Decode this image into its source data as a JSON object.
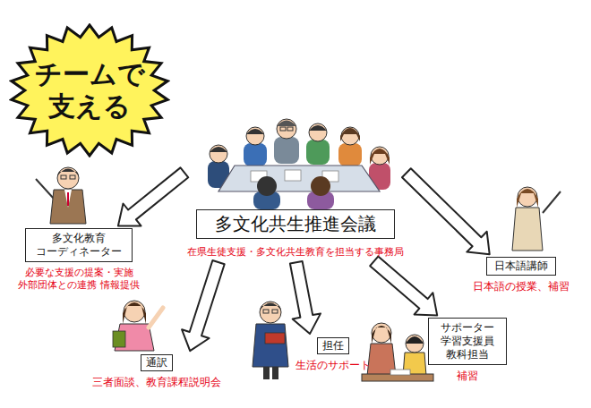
{
  "diagram": {
    "nodes": [
      {
        "text": [
          "チームで 支える"
        ]
      },
      {
        "text": [
          "多文化共生推進会議",
          "在県生徒支援・多文化共生教育を担当する事務局"
        ]
      },
      {
        "text": [
          "多文化教育 コーディネーター",
          "必要な支援の提案・実施 外部団体との連携 情報提供"
        ]
      },
      {
        "text": [
          "日本語講師",
          "日本語の授業、補習"
        ]
      },
      {
        "text": [
          "通訳",
          "三者面談、教育課程説明会"
        ]
      },
      {
        "text": [
          "担任",
          "生活のサポート"
        ]
      },
      {
        "text": [
          "サポーター 学習支援員 教科担当",
          "補習"
        ]
      }
    ],
    "edges": [
      {
        "from": 1,
        "to": 2,
        "arrow": "to"
      },
      {
        "from": 1,
        "to": 3,
        "arrow": "to"
      },
      {
        "from": 1,
        "to": 4,
        "arrow": "to"
      },
      {
        "from": 1,
        "to": 5,
        "arrow": "to"
      },
      {
        "from": 1,
        "to": 6,
        "arrow": "to"
      }
    ]
  }
}
